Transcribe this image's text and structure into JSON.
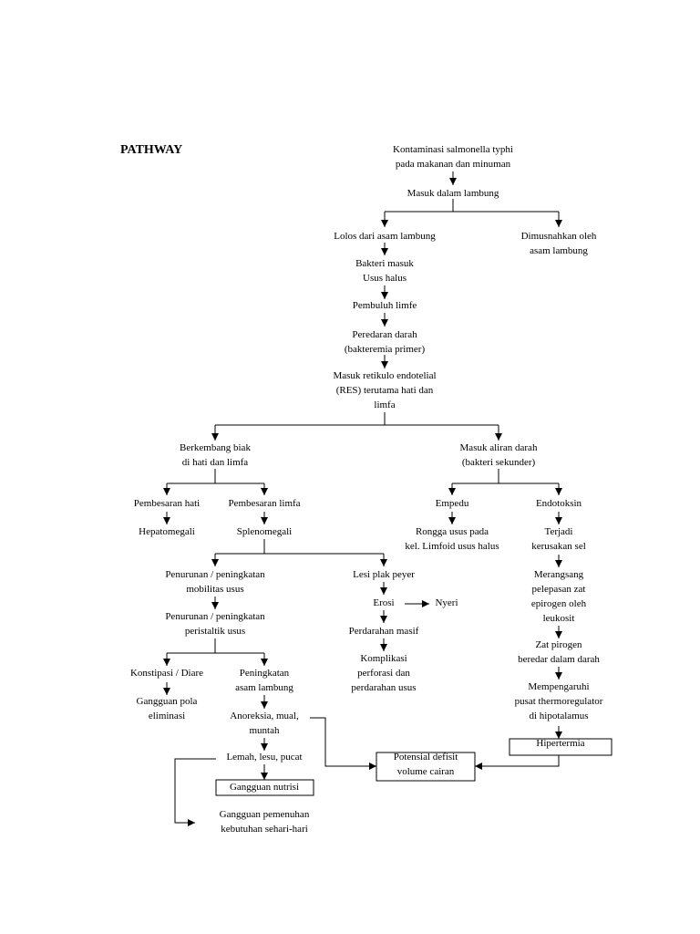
{
  "title": "PATHWAY",
  "nodes": {
    "kontaminasi": [
      "Kontaminasi salmonella typhi",
      "pada makanan dan minuman"
    ],
    "masuk_lambung": [
      "Masuk dalam lambung"
    ],
    "lolos": [
      "Lolos dari asam lambung"
    ],
    "dimusnahkan": [
      "Dimusnahkan oleh",
      "asam lambung"
    ],
    "bakteri_usus": [
      "Bakteri masuk",
      "Usus halus"
    ],
    "pembuluh": [
      "Pembuluh limfe"
    ],
    "peredaran": [
      "Peredaran darah",
      "(bakteremia primer)"
    ],
    "res": [
      "Masuk retikulo endotelial",
      "(RES) terutama hati dan",
      "limfa"
    ],
    "berkembang": [
      "Berkembang biak",
      "di hati dan limfa"
    ],
    "aliran": [
      "Masuk aliran darah",
      "(bakteri sekunder)"
    ],
    "pemb_hati": [
      "Pembesaran hati"
    ],
    "pemb_limfa": [
      "Pembesaran limfa"
    ],
    "hepato": [
      "Hepatomegali"
    ],
    "spleno": [
      "Splenomegali"
    ],
    "empedu": [
      "Empedu"
    ],
    "endotoksin": [
      "Endotoksin"
    ],
    "rongga": [
      "Rongga usus pada",
      "kel. Limfoid usus halus"
    ],
    "kerusakan": [
      "Terjadi",
      "kerusakan sel"
    ],
    "mobilitas": [
      "Penurunan / peningkatan",
      "mobilitas usus"
    ],
    "lesi": [
      "Lesi plak peyer"
    ],
    "erosi": [
      "Erosi"
    ],
    "nyeri": [
      "Nyeri"
    ],
    "peristaltik": [
      "Penurunan / peningkatan",
      "peristaltik usus"
    ],
    "perdarahan": [
      "Perdarahan masif"
    ],
    "komplikasi": [
      "Komplikasi",
      "perforasi dan",
      "perdarahan usus"
    ],
    "merangsang": [
      "Merangsang",
      "pelepasan zat",
      "epirogen oleh",
      "leukosit"
    ],
    "zat_pirogen": [
      "Zat pirogen",
      "beredar dalam darah"
    ],
    "konstipasi": [
      "Konstipasi / Diare"
    ],
    "asam": [
      "Peningkatan",
      "asam lambung"
    ],
    "mempengaruhi": [
      "Mempengaruhi",
      "pusat thermoregulator",
      "di hipotalamus"
    ],
    "eliminasi": [
      "Gangguan pola",
      "eliminasi"
    ],
    "anoreksia": [
      "Anoreksia, mual,",
      "muntah"
    ],
    "hipertermia": [
      "Hipertermia"
    ],
    "lemah": [
      "Lemah, lesu, pucat"
    ],
    "potensial": [
      "Potensial defisit",
      "volume cairan"
    ],
    "nutrisi": [
      "Gangguan nutrisi"
    ],
    "pemenuhan": [
      "Gangguan pemenuhan",
      "kebutuhan sehari-hari"
    ]
  }
}
